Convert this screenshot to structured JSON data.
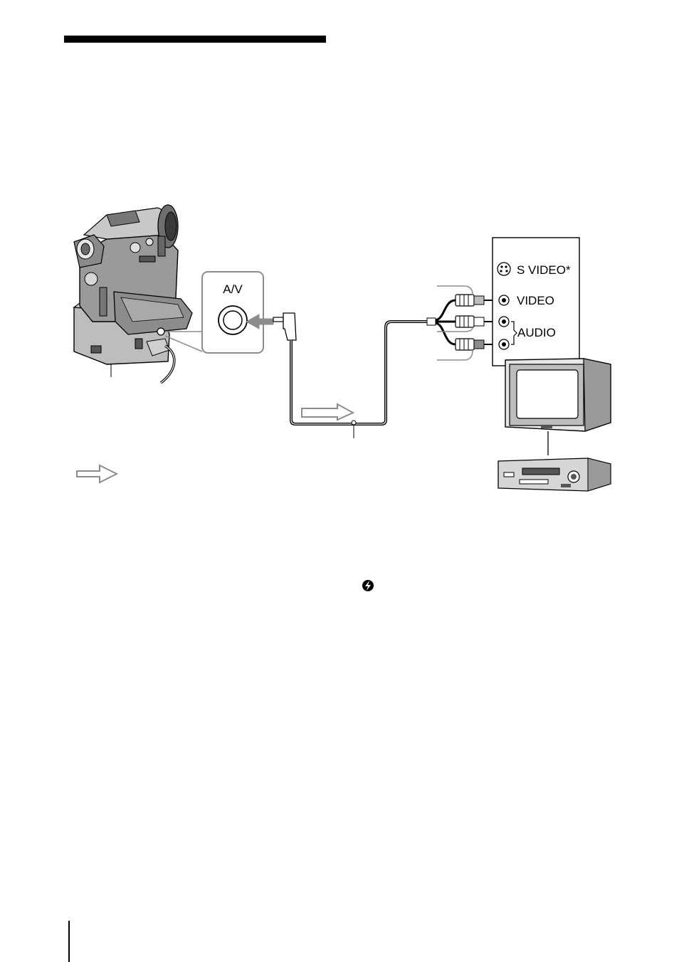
{
  "jack": {
    "label": "A/V"
  },
  "tv_panel": {
    "svideo": "S VIDEO*",
    "video": "VIDEO",
    "audio": "AUDIO"
  },
  "icons": {
    "hint": "hint-icon",
    "signal_flow_small": "arrow-outline-icon",
    "signal_flow_large": "arrow-outline-icon"
  },
  "colors": {
    "line": "#000000",
    "device_gray": "#8c8c8c",
    "device_light": "#c8c8c8",
    "connector": "#bdbdbd"
  }
}
